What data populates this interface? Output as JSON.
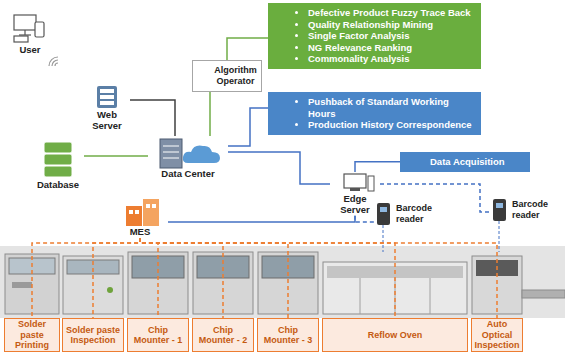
{
  "diagram": {
    "nodes": [
      {
        "text": [
          "User"
        ]
      },
      {
        "text": [
          "Defective Product Fuzzy Trace Back",
          "Quality Relationship Mining",
          "Single Factor Analysis",
          "NG Relevance Ranking",
          "Commonality Analysis"
        ]
      },
      {
        "text": [
          "Algorithm Operator"
        ]
      },
      {
        "text": [
          "Web Server"
        ]
      },
      {
        "text": [
          "Pushback of Standard Working Hours",
          "Production History Correspondence"
        ]
      },
      {
        "text": [
          "Data Center"
        ]
      },
      {
        "text": [
          "Database"
        ]
      },
      {
        "text": [
          "Data Acquisition"
        ]
      },
      {
        "text": [
          "Edge Server"
        ]
      },
      {
        "text": [
          "MES"
        ]
      },
      {
        "text": [
          "Barcode reader"
        ]
      },
      {
        "text": [
          "Barcode reader"
        ]
      },
      {
        "text": [
          "Solder paste Printing"
        ]
      },
      {
        "text": [
          "Solder paste Inspection"
        ]
      },
      {
        "text": [
          "Chip Mounter - 1"
        ]
      },
      {
        "text": [
          "Chip Mounter - 2"
        ]
      },
      {
        "text": [
          "Chip Mounter - 3"
        ]
      },
      {
        "text": [
          "Reflow Oven"
        ]
      },
      {
        "text": [
          "Auto Optical Inspection"
        ]
      }
    ],
    "edges": [
      {
        "from": 2,
        "to": 1,
        "arrow": "none"
      },
      {
        "from": 2,
        "to": 5,
        "arrow": "none"
      },
      {
        "from": 3,
        "to": 5,
        "arrow": "none"
      },
      {
        "from": 6,
        "to": 5,
        "arrow": "none"
      },
      {
        "from": 5,
        "to": 4,
        "arrow": "none"
      },
      {
        "from": 5,
        "to": 8,
        "arrow": "none"
      },
      {
        "from": 8,
        "to": 7,
        "arrow": "none"
      },
      {
        "from": 9,
        "to": 8,
        "arrow": "none"
      },
      {
        "from": 8,
        "to": 10,
        "arrow": "none"
      },
      {
        "from": 8,
        "to": 11,
        "arrow": "none"
      },
      {
        "from": 9,
        "to": 12,
        "arrow": "none"
      },
      {
        "from": 9,
        "to": 13,
        "arrow": "none"
      },
      {
        "from": 9,
        "to": 14,
        "arrow": "none"
      },
      {
        "from": 9,
        "to": 15,
        "arrow": "none"
      },
      {
        "from": 9,
        "to": 16,
        "arrow": "none"
      },
      {
        "from": 9,
        "to": 17,
        "arrow": "none"
      },
      {
        "from": 9,
        "to": 18,
        "arrow": "none"
      }
    ]
  }
}
